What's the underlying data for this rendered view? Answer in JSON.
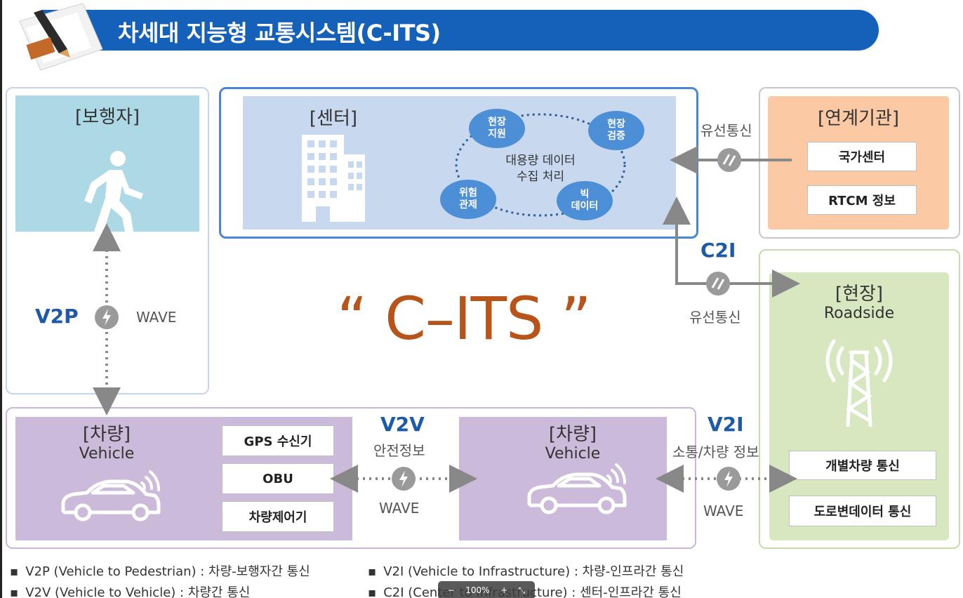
{
  "header": {
    "title": "차세대 지능형 교통시스템(C-ITS)"
  },
  "pedestrian": {
    "title": "[보행자]"
  },
  "center": {
    "title": "[센터]",
    "nodes": [
      {
        "line1": "현장",
        "line2": "지원"
      },
      {
        "line1": "현장",
        "line2": "검증"
      },
      {
        "line1": "위험",
        "line2": "관제"
      },
      {
        "line1": "빅",
        "line2": "데이터"
      }
    ],
    "process_line1": "대용량 데이터",
    "process_line2": "수집 처리"
  },
  "associated": {
    "title": "[연계기관]",
    "items": [
      "국가센터",
      "RTCM 정보"
    ]
  },
  "field": {
    "title": "[현장]",
    "subtitle": "Roadside",
    "items": [
      "개별차량 통신",
      "도로변데이터 통신"
    ]
  },
  "vehicle1": {
    "title": "[차량]",
    "subtitle": "Vehicle",
    "items": [
      "GPS 수신기",
      "OBU",
      "차량제어기"
    ]
  },
  "vehicle2": {
    "title": "[차량]",
    "subtitle": "Vehicle"
  },
  "links": {
    "wired_top": "유선통신",
    "wired_bottom": "유선통신",
    "c2i": "C2I",
    "v2p": "V2P",
    "v2p_wave": "WAVE",
    "v2v": "V2V",
    "v2v_info": "안전정보",
    "v2v_wave": "WAVE",
    "v2i": "V2I",
    "v2i_info": "소통/차량 정보",
    "v2i_wave": "WAVE"
  },
  "main_label": "“ C–ITS ”",
  "legend": [
    "V2P (Vehicle to Pedestrian) : 차량-보행자간 통신",
    "V2V (Vehicle to Vehicle) : 차량간 통신",
    "V2I (Vehicle to Infrastructure) : 차량-인프라간 통신",
    "C2I (Center to Infrastructure) : 센터-인프라간 통신"
  ],
  "zoom": {
    "level": "100%",
    "minus": "−",
    "plus": "+"
  },
  "colors": {
    "header": "#1560b8",
    "accent_text": "#1e5aa8",
    "cits": "#b8531a",
    "node": "#4d8fd6"
  }
}
